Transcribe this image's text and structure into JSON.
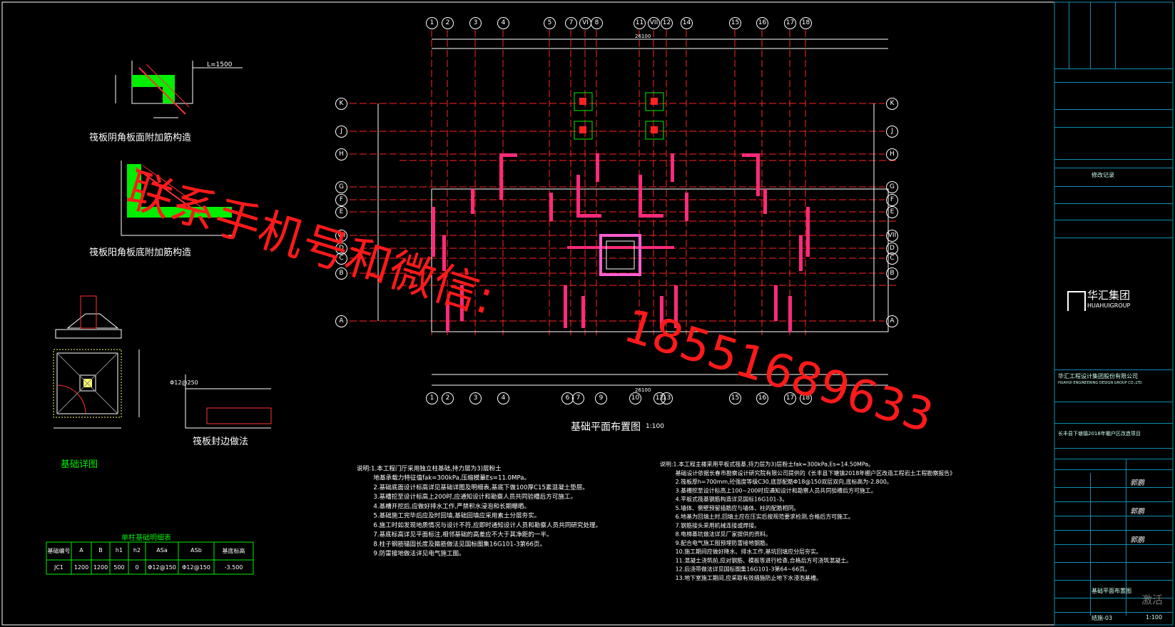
{
  "plan": {
    "title": "基础平面布置图",
    "scale": "1:100",
    "top_columns": [
      "1",
      "2",
      "3",
      "4",
      "5",
      "7",
      "VI",
      "8",
      "11",
      "VII",
      "12",
      "14",
      "15",
      "16",
      "17",
      "18"
    ],
    "bottom_columns": [
      "1",
      "2",
      "3",
      "4",
      "6",
      "7",
      "9",
      "10",
      "12",
      "13",
      "15",
      "16",
      "17",
      "18"
    ],
    "rows": [
      "K",
      "J",
      "H",
      "G",
      "F",
      "E",
      "VII",
      "D",
      "C",
      "B",
      "A"
    ],
    "right_rows": [
      "K",
      "J",
      "H",
      "G",
      "F",
      "E",
      "VII",
      "D",
      "C",
      "B",
      "A"
    ],
    "total_dim_top": "26100",
    "total_dim_bottom": "26100"
  },
  "details": {
    "detail1_title": "筏板阴角板面附加筋构造",
    "detail1_note": "L=1500",
    "detail2_title": "筏板阳角板底附加筋构造",
    "detail3_title": "基础详图",
    "detail4_title": "筏板封边做法",
    "detail4_note": "Φ12@250"
  },
  "schedule": {
    "title": "单柱基础明细表",
    "headers": [
      "基础编号",
      "A",
      "B",
      "h1",
      "h2",
      "ASa",
      "ASb",
      "基底标高"
    ],
    "rows": [
      [
        "JC1",
        "1200",
        "1200",
        "500",
        "0",
        "Φ12@150",
        "Φ12@150",
        "-3.500"
      ]
    ]
  },
  "notes_left": [
    "说明:1.本工程门厅采用独立柱基础,持力层为3)层粉土",
    "地基承载力特征值fak=300kPa,压缩模量Es=11.0MPa。",
    "2.基础底面设计标高详见基础详图及明细表,基底下做100厚C15素混凝土垫层。",
    "3.基槽挖至设计标高上200时,应通知设计和勘察人员共同验槽后方可施工。",
    "4.基槽开挖后,应做好排水工作,严禁积水浸泡和长期曝晒。",
    "5.基础施工完毕后应及时回填,基础回填应采用素土分层夯实。",
    "6.施工时如发现地质情况与设计不符,应即时通知设计人员和勘察人员共同研究处理。",
    "7.基底标高详见平面标注,相邻基础的高差应不大于其净距的一半。",
    "8.柱子钢筋锚固长度及箍筋做法见国标图集16G101-3第66页。",
    "9.防雷接地做法详见电气施工图。"
  ],
  "notes_right": [
    "说明:1.本工程主楼采用平板式筏基,持力层为3)层粉土fak=300kPa,Es=14.50MPa。",
    "基础设计依据长春市勘察设计研究院有限公司提供的《长丰县下塘镇2018年棚户区改造工程岩土工程勘察报告》",
    "2.筏板厚h=700mm,砼强度等级C30,底部配筋Φ18@150双层双向,底标高为-2.800。",
    "3.基槽挖至设计标高上100~200时应通知设计和勘察人员共同验槽后方可施工。",
    "4.平板式筏基钢筋构造详见国标16G101-3。",
    "5.墙体、侧壁预留插筋应与墙体、柱的配筋相同。",
    "6.地基为回填土时,回填土应在压实后按规范要求检测,合格后方可施工。",
    "7.钢筋接头采用机械连接或焊接。",
    "8.电梯基坑做法详见厂家提供的资料。",
    "9.配合电气施工图预埋防雷接地钢筋。",
    "10.施工期间应做好降水、排水工作,基坑回填应分层夯实。",
    "11.混凝土浇筑前,应对钢筋、模板等进行检查,合格后方可浇筑混凝土。",
    "12.后浇带做法详见国标图集16G101-3第64~66页。",
    "13.地下室施工期间,应采取有效措施防止地下水浸泡基槽。"
  ],
  "title_block": {
    "company_cn": "华汇工程设计集团股份有限公司",
    "company_en": "HUAHUI ENGINEERING DESIGN GROUP CO.,LTD",
    "logo_cn": "华汇集团",
    "logo_en": "HUAHUIGROUP",
    "project": "长丰县下塘镇2018年棚户区改造项目",
    "drawing_name": "基础平面布置图",
    "drawing_no": "结施-03",
    "scale": "1:100",
    "revision_title": "修改记录",
    "signer": "郭鹏"
  },
  "watermark": {
    "line1": "联系手机号和微信:",
    "line2": "18551689633"
  },
  "corner_watermark": "激活"
}
